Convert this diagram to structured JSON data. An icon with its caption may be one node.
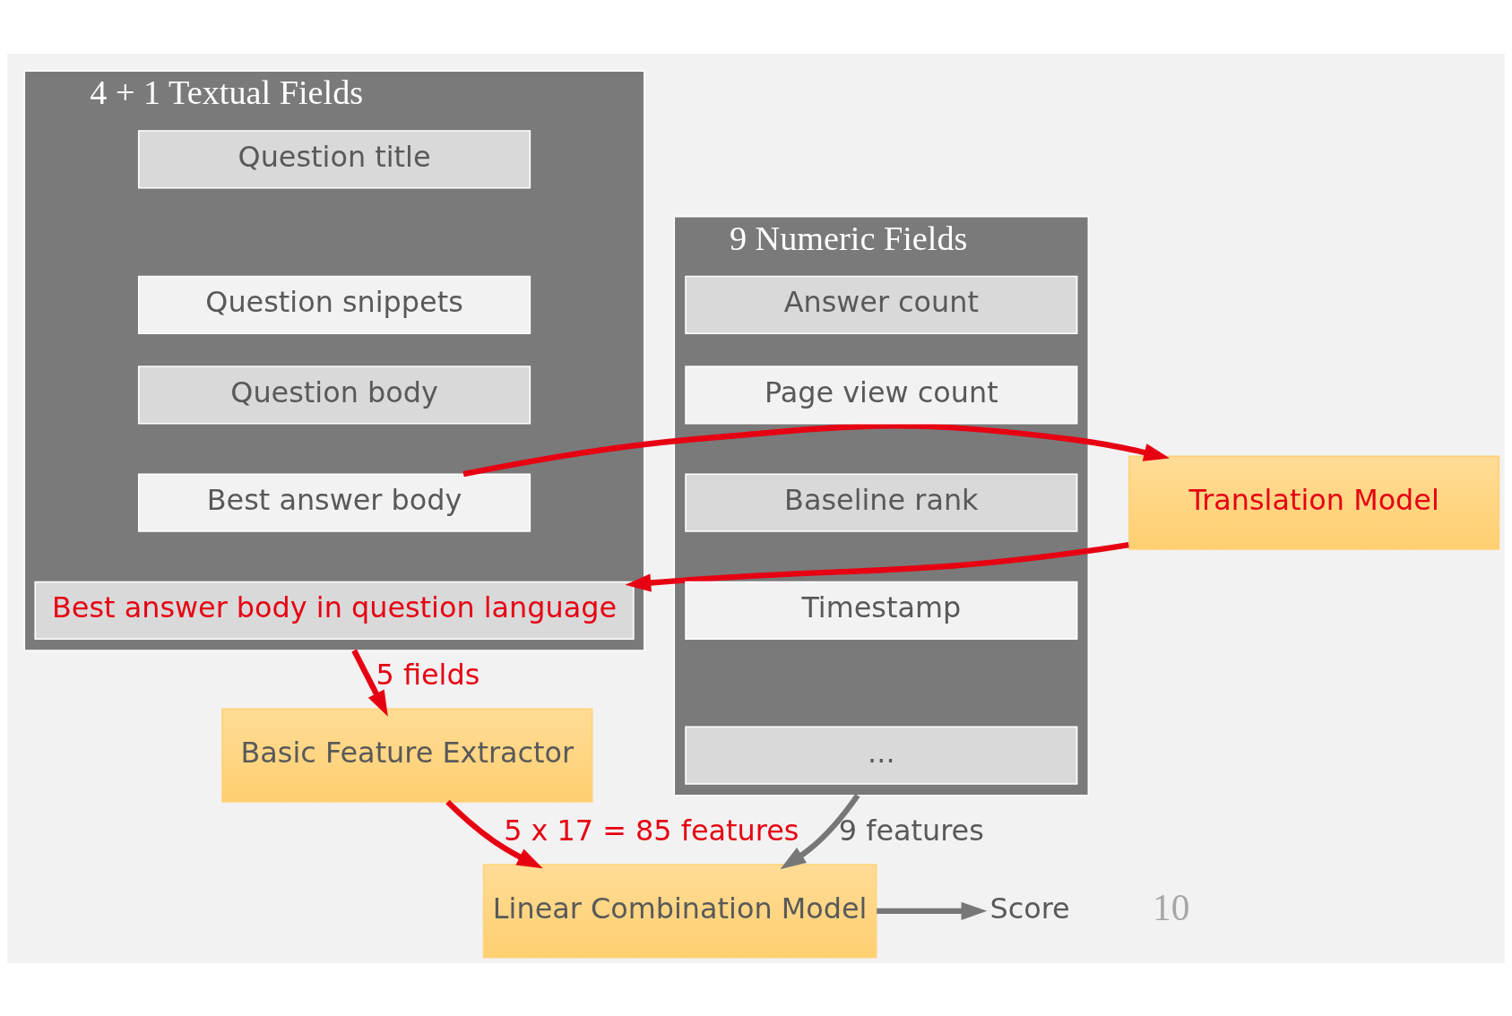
{
  "diagram": {
    "nodes": [
      {
        "text": [
          "4 + 1 Textual Fields"
        ]
      },
      {
        "text": [
          "Question title"
        ],
        "in": 0
      },
      {
        "text": [
          "Question snippets"
        ],
        "in": 0
      },
      {
        "text": [
          "Question body"
        ],
        "in": 0
      },
      {
        "text": [
          "Best answer body"
        ],
        "in": 0
      },
      {
        "text": [
          "Best answer body in question language"
        ],
        "in": 0
      },
      {
        "text": [
          "Translation Model"
        ]
      },
      {
        "text": [
          "9 Numeric Fields"
        ]
      },
      {
        "text": [
          "Answer count"
        ],
        "in": 7
      },
      {
        "text": [
          "Page view count"
        ],
        "in": 7
      },
      {
        "text": [
          "Baseline rank"
        ],
        "in": 7
      },
      {
        "text": [
          "Timestamp"
        ],
        "in": 7
      },
      {
        "text": [
          "..."
        ],
        "in": 7
      },
      {
        "text": [
          "Basic Feature Extractor"
        ]
      },
      {
        "text": [
          "Linear Combination Model"
        ]
      },
      {
        "text": [
          "Score"
        ]
      }
    ],
    "edges": [
      {
        "from": 4,
        "to": 6,
        "arrow": "to"
      },
      {
        "from": 6,
        "to": 5,
        "arrow": "to"
      },
      {
        "from": 0,
        "to": 13,
        "arrow": "to",
        "label": "5 fields"
      },
      {
        "from": 13,
        "to": 14,
        "arrow": "to",
        "label": "5 x 17 = 85 features"
      },
      {
        "from": 7,
        "to": 14,
        "arrow": "to",
        "label": "9 features",
        "color": "#777777"
      },
      {
        "from": 14,
        "to": 15,
        "arrow": "to",
        "color": "#777777"
      }
    ],
    "labels": [
      "10"
    ]
  }
}
